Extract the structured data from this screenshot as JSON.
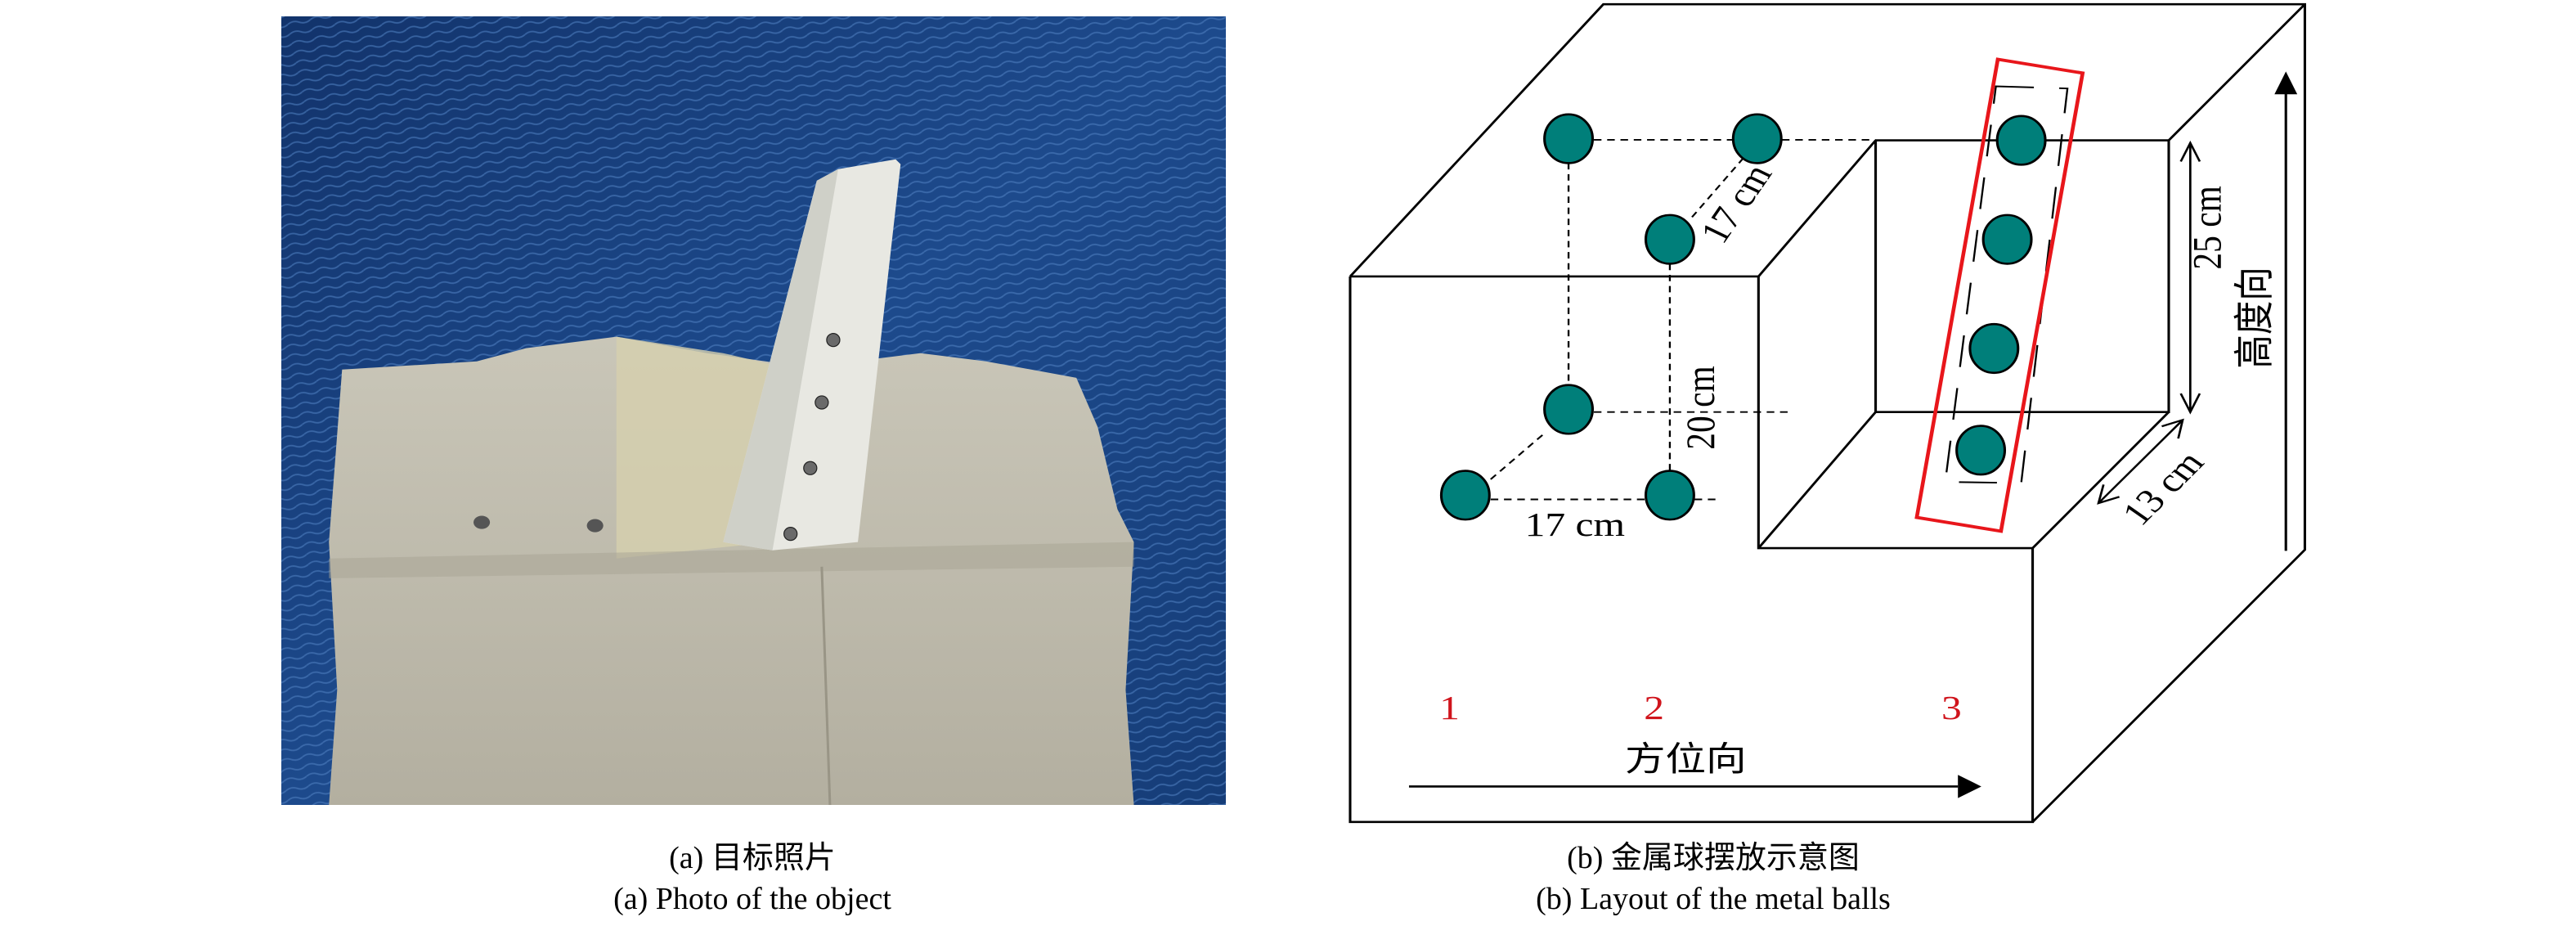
{
  "subfigure_a": {
    "caption_zh": "(a) 目标照片",
    "caption_en": "(a) Photo of the object"
  },
  "subfigure_b": {
    "caption_zh": "(b) 金属球摆放示意图",
    "caption_en": "(b) Layout of the metal balls",
    "dim_bottom": "17 cm",
    "dim_depth": "17 cm",
    "dim_vertical": "20 cm",
    "dim_notch_height": "25 cm",
    "dim_notch_depth": "13 cm",
    "axis_height": "高度向",
    "axis_azimuth": "方位向",
    "position_1": "1",
    "position_2": "2",
    "position_3": "3"
  },
  "colors": {
    "ball": "#007f7a",
    "highlight": "#e8161b",
    "position_label": "#d0141c"
  }
}
